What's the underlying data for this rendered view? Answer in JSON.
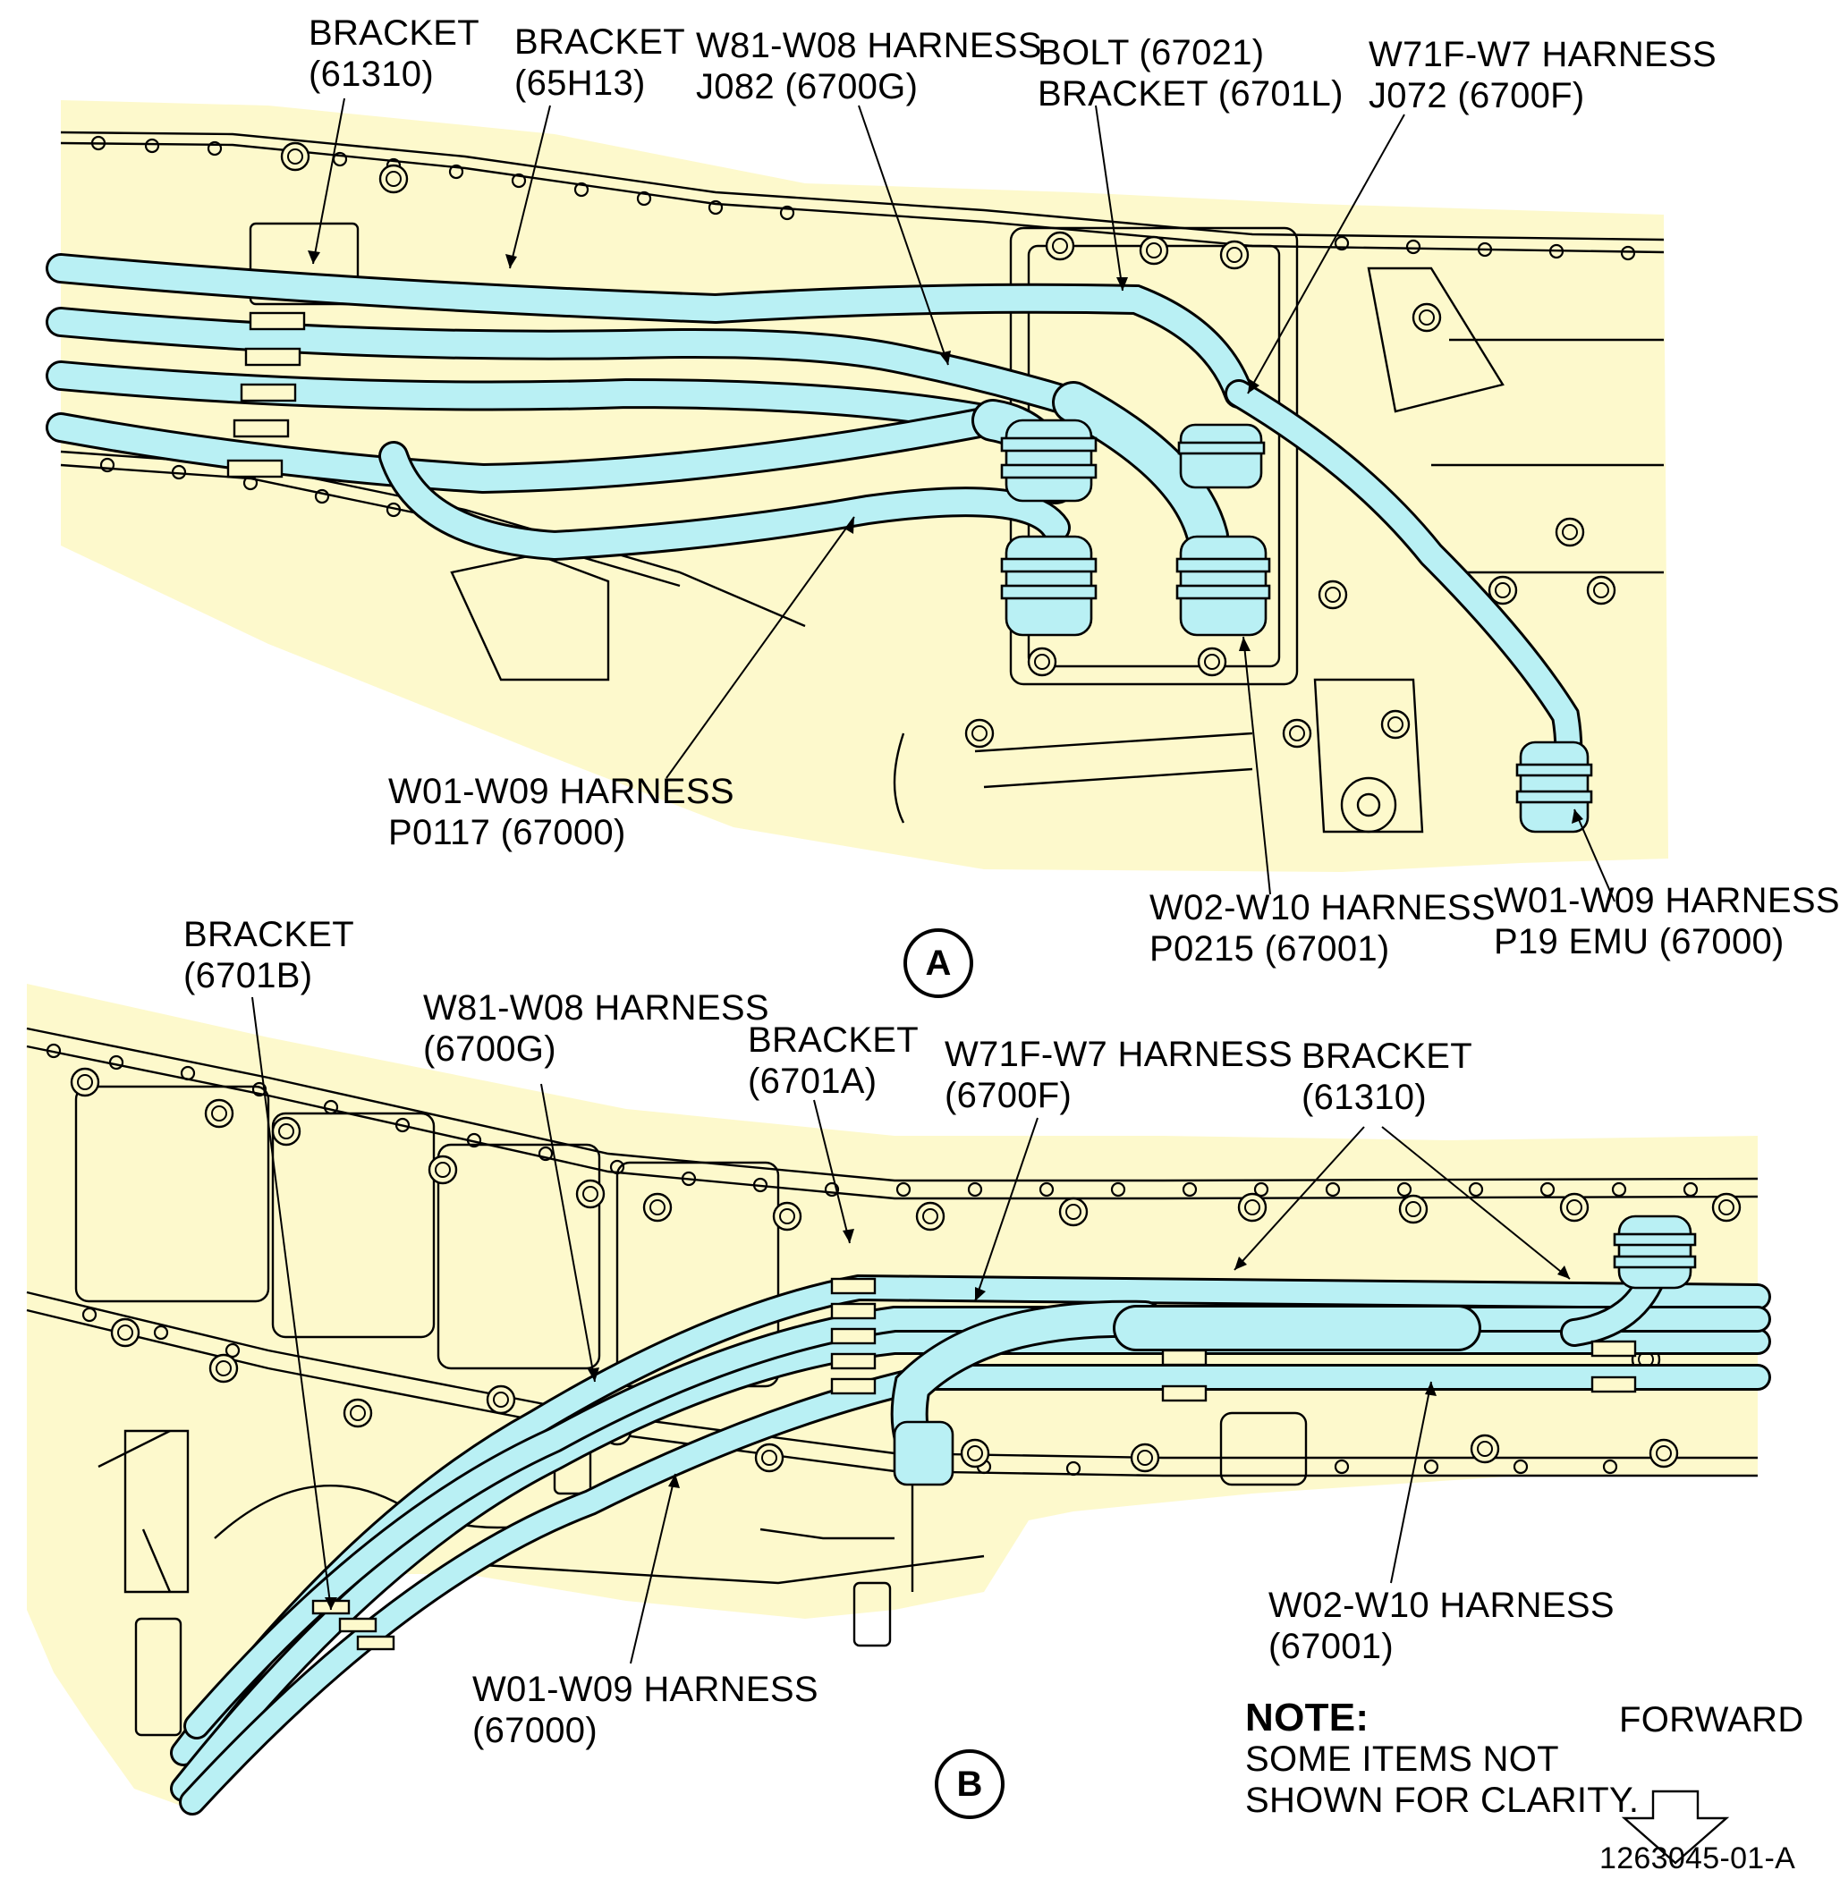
{
  "colors": {
    "background_area": "#fdf9cc",
    "harness": "#b9f0f4",
    "line": "#000000"
  },
  "view_a": {
    "id": "A",
    "callouts": {
      "bracket_61310": [
        "BRACKET",
        "(61310)"
      ],
      "bracket_65h13": [
        "BRACKET",
        "(65H13)"
      ],
      "w81_w08": [
        "W81-W08 HARNESS",
        "J082 (6700G)"
      ],
      "bolt_bracket": [
        "BOLT (67021)",
        "BRACKET (6701L)"
      ],
      "w71f_w7": [
        "W71F-W7 HARNESS",
        "J072 (6700F)"
      ],
      "w01_w09_p0117": [
        "W01-W09 HARNESS",
        "P0117 (67000)"
      ],
      "w02_w10_p0215": [
        "W02-W10 HARNESS",
        "P0215 (67001)"
      ],
      "w01_w09_p19": [
        "W01-W09 HARNESS",
        "P19 EMU (67000)"
      ]
    }
  },
  "view_b": {
    "id": "B",
    "callouts": {
      "bracket_6701b": [
        "BRACKET",
        "(6701B)"
      ],
      "w81_w08": [
        "W81-W08 HARNESS",
        "(6700G)"
      ],
      "bracket_6701a": [
        "BRACKET",
        "(6701A)"
      ],
      "w71f_w7": [
        "W71F-W7 HARNESS",
        "(6700F)"
      ],
      "bracket_61310": [
        "BRACKET",
        "(61310)"
      ],
      "w02_w10": [
        "W02-W10 HARNESS",
        "(67001)"
      ],
      "w01_w09": [
        "W01-W09 HARNESS",
        "(67000)"
      ]
    }
  },
  "note": {
    "heading": "NOTE:",
    "lines": [
      "SOME ITEMS NOT",
      "SHOWN FOR CLARITY."
    ]
  },
  "forward_label": "FORWARD",
  "figure_number": "1263045-01-A"
}
